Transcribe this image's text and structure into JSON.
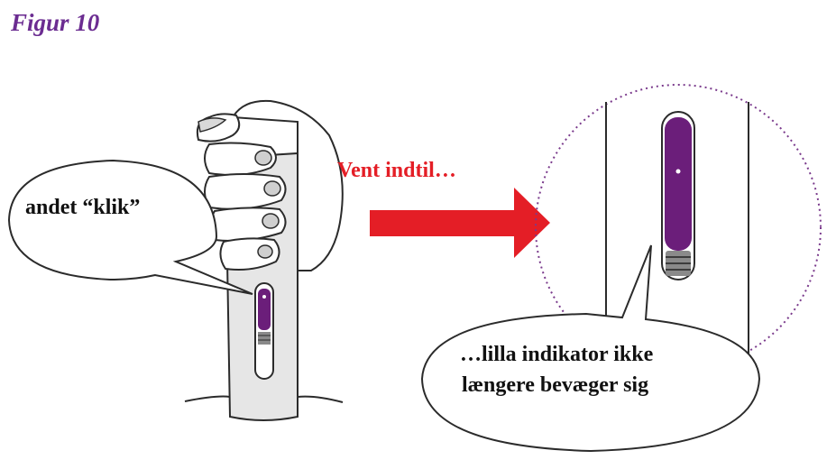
{
  "figure": {
    "title": "Figur 10"
  },
  "callouts": {
    "left_bubble": "andet “klik”",
    "arrow_label": "Vent indtil…",
    "right_bubble_line1": "…lilla indikator ikke",
    "right_bubble_line2": "længere bevæger sig"
  },
  "colors": {
    "title": "#6b2c91",
    "arrow": "#e41e26",
    "indicator": "#6b1e7a",
    "outline": "#2b2b2b",
    "device": "#e6e6e6",
    "zoom_ring": "#7a3a8c"
  },
  "icons": {
    "hand": "hand-holding-pen-illustration",
    "arrow": "right-arrow-icon"
  }
}
